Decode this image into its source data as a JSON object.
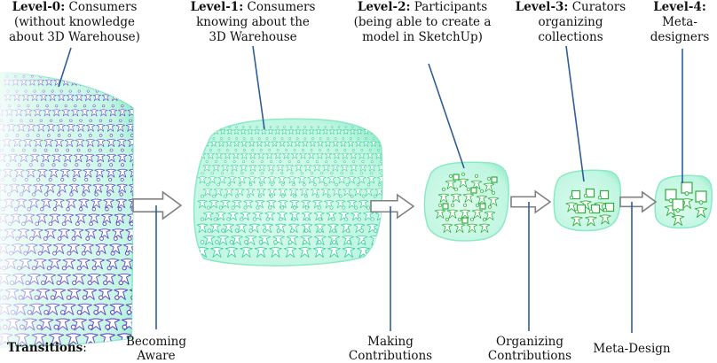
{
  "levels": [
    {
      "name": "Level-0:",
      "desc_lines": [
        "Consumers",
        "(without knowledge",
        "about 3D Warehouse)"
      ]
    },
    {
      "name": "Level-1:",
      "desc_lines": [
        "Consumers",
        "knowing about the",
        "3D Warehouse"
      ]
    },
    {
      "name": "Level-2:",
      "desc_lines": [
        "Participants",
        "(being able to create a",
        "model in SketchUp)"
      ]
    },
    {
      "name": "Level-3:",
      "desc_lines": [
        "Curators",
        "organizing",
        "collections"
      ]
    },
    {
      "name": "Level-4:",
      "desc_lines": [
        "Meta-",
        "designers"
      ]
    }
  ],
  "transitions": {
    "label": "Transitions",
    "items": [
      {
        "lines": [
          "Becoming",
          "Aware"
        ]
      },
      {
        "lines": [
          "Making",
          "Contributions"
        ]
      },
      {
        "lines": [
          "Organizing",
          "Contributions"
        ]
      },
      {
        "lines": [
          "Meta-Design"
        ]
      }
    ]
  },
  "colors": {
    "blob_fill": "#b9f5df",
    "blob_edge": "#7fe6c2",
    "figure_outline_level0": "#5c3fc4",
    "figure_outline_level1": "#3fd1a2",
    "figure_outline_level2": "#2fae3a",
    "leader_line": "#2f5e96",
    "arrow_outline": "#808080"
  }
}
